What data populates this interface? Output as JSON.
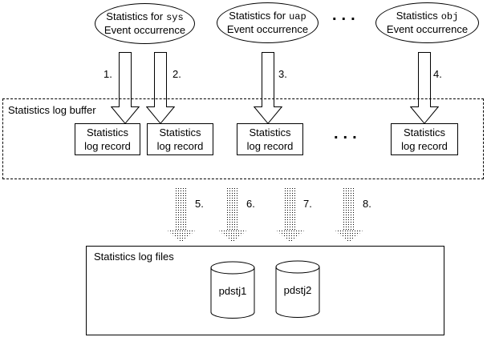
{
  "sources": [
    {
      "prefix": "Statistics for",
      "code": "sys",
      "line2": "Event occurrence"
    },
    {
      "prefix": "Statistics for",
      "code": "uap",
      "line2": "Event occurrence"
    },
    {
      "prefix": "Statistics",
      "code": "obj",
      "line2": "Event occurrence"
    }
  ],
  "ellipsis_top": "...",
  "solid_arrows": [
    {
      "label": "1."
    },
    {
      "label": "2."
    },
    {
      "label": "3."
    },
    {
      "label": "4."
    }
  ],
  "buffer": {
    "title": "Statistics log buffer",
    "records": [
      {
        "line1": "Statistics",
        "line2": "log record"
      },
      {
        "line1": "Statistics",
        "line2": "log record"
      },
      {
        "line1": "Statistics",
        "line2": "log record"
      },
      {
        "line1": "Statistics",
        "line2": "log record"
      }
    ],
    "ellipsis": "..."
  },
  "dotted_arrows": [
    {
      "label": "5."
    },
    {
      "label": "6."
    },
    {
      "label": "7."
    },
    {
      "label": "8."
    }
  ],
  "files": {
    "title": "Statistics log files",
    "cylinders": [
      {
        "label": "pdstj1"
      },
      {
        "label": "pdstj2"
      }
    ]
  },
  "colors": {
    "line": "#000000",
    "background": "#ffffff"
  }
}
